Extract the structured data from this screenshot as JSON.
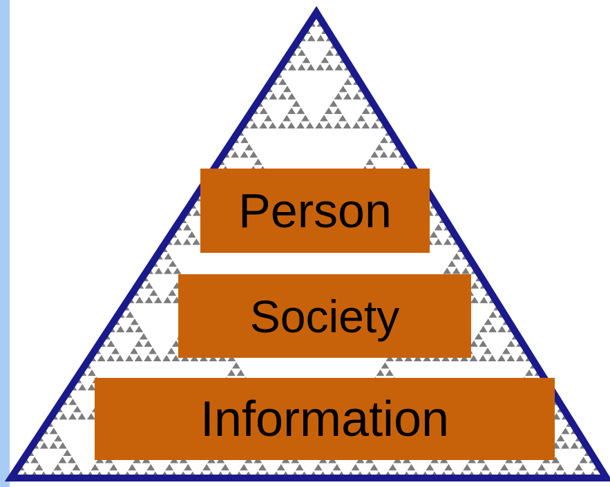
{
  "diagram": {
    "shape": "sierpinski-pyramid",
    "colors": {
      "background": "#a9ccf6",
      "canvas": "#ffffff",
      "outline": "#1a1a8c",
      "box_fill": "#c8620a",
      "fractal": "#111111"
    },
    "levels": [
      {
        "label": "Person"
      },
      {
        "label": "Society"
      },
      {
        "label": "Information"
      }
    ]
  }
}
